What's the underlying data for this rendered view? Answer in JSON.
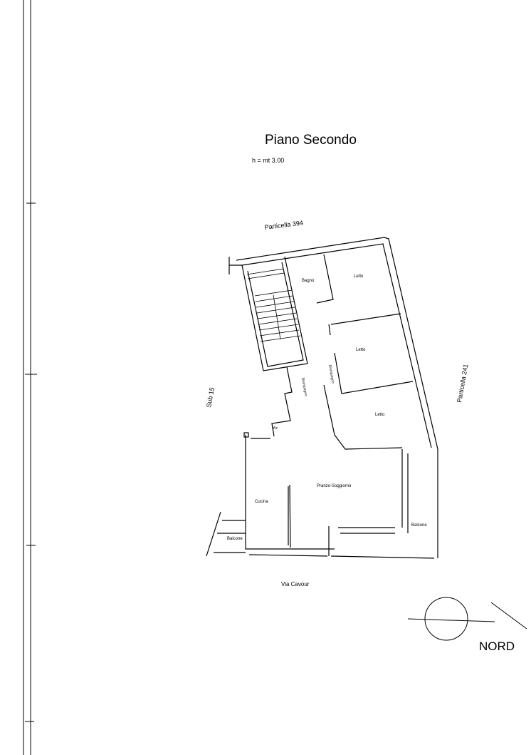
{
  "plan": {
    "title": "Piano Secondo",
    "height_note": "h = mt 3.00",
    "north_label": "NORD"
  },
  "boundaries": {
    "top": "Particella 394",
    "right": "Particella 241",
    "left": "Sub 15",
    "bottom": "Via Cavour"
  },
  "rooms": {
    "bagno": "Bagno",
    "letto1": "Letto",
    "letto2": "Letto",
    "letto3": "Letto",
    "disimpegno": "Disimpegno",
    "disimpegno2": "Disimpegno",
    "wc": "Wc",
    "cucina": "Cucina",
    "pranzo": "Pranzo-Soggiorno",
    "balcone_left": "Balcone",
    "balcone_right": "Balcone"
  },
  "colors": {
    "ink": "#000000",
    "paper": "#ffffff"
  }
}
